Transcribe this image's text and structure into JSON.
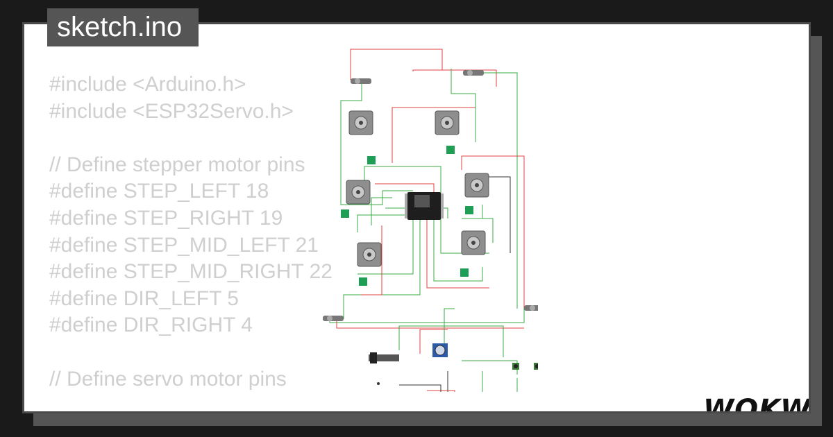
{
  "file_tab": {
    "title": "sketch.ino"
  },
  "code_lines": [
    "#include <Arduino.h>",
    "#include <ESP32Servo.h>",
    "",
    "// Define stepper motor pins",
    "#define STEP_LEFT 18",
    "#define STEP_RIGHT 19",
    "#define STEP_MID_LEFT 21",
    "#define STEP_MID_RIGHT 22",
    "#define DIR_LEFT 5",
    "#define DIR_RIGHT 4",
    "",
    "// Define servo motor pins"
  ],
  "brand": {
    "logo_text": "WOKWi"
  },
  "colors": {
    "wire_green": "#3aa845",
    "wire_red": "#e04040",
    "wire_black": "#333333",
    "board": "#1e1e1e",
    "driver": "#1f9e56"
  }
}
